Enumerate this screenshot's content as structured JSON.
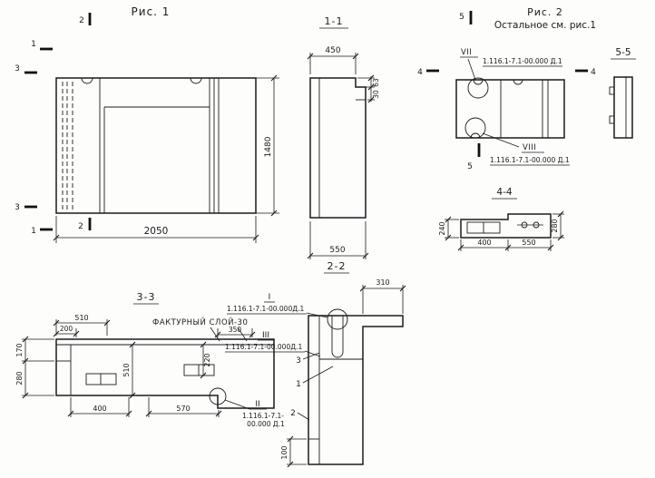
{
  "fig1": {
    "title": "Рис. 1",
    "dim_width": "2050",
    "dim_height": "1480",
    "m1_top": "1",
    "m3_top": "3",
    "m2_top": "2",
    "m3_bottom": "3",
    "m1_bottom": "1",
    "m2_bottom": "2"
  },
  "sec11": {
    "title": "1-1",
    "dim_450": "450",
    "dim_63": "63",
    "dim_30": "30",
    "dim_550": "550"
  },
  "fig2": {
    "title": "Рис. 2",
    "subtitle": "Остальное см. рис.1",
    "vii": "VII",
    "vii_ref": "1.116.1-7.1-00.000 Д.1",
    "viii": "VIII",
    "viii_ref": "1.116.1-7.1-00.000 Д.1",
    "m5_top": "5",
    "m5_bottom": "5",
    "m4_left": "4",
    "m4_right": "4"
  },
  "sec55": {
    "title": "5-5"
  },
  "sec44": {
    "title": "4-4",
    "dim_240": "240",
    "dim_280": "280",
    "dim_400": "400",
    "dim_550": "550"
  },
  "sec33": {
    "title": "3-3",
    "texture_label": "ФАКТУРНЫЙ СЛОЙ-30",
    "dim_510_top": "510",
    "dim_200": "200",
    "dim_350": "350",
    "dim_170": "170",
    "dim_280": "280",
    "dim_510_inner": "510",
    "dim_220": "220",
    "dim_400": "400",
    "dim_570": "570",
    "ii": "II",
    "ii_ref1": "1.116.1-7.1-",
    "ii_ref2": "00.000 Д.1"
  },
  "sec22": {
    "title": "2-2",
    "dim_310": "310",
    "i": "I",
    "i_ref": "1.116.1-7.1-00.000Д.1",
    "iii": "III",
    "iii_ref": "1.116.1-7.1-00.000Д.1",
    "part3": "3",
    "part1": "1",
    "part2": "2",
    "dim_100": "100"
  }
}
